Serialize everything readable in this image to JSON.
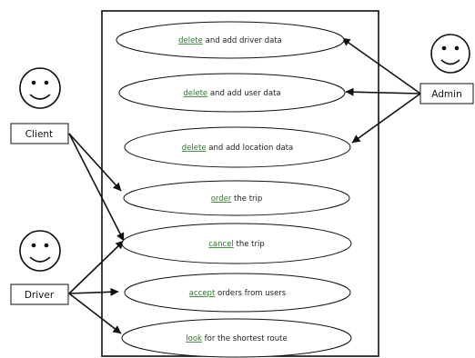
{
  "actors": [
    {
      "id": "client",
      "label": "Client",
      "icon": "smiley-face-icon"
    },
    {
      "id": "driver",
      "label": "Driver",
      "icon": "smiley-face-icon"
    },
    {
      "id": "admin",
      "label": "Admin",
      "icon": "smiley-face-icon"
    }
  ],
  "use_cases": [
    {
      "id": "uc1",
      "verb": "delete",
      "rest": " and add driver data"
    },
    {
      "id": "uc2",
      "verb": "delete",
      "rest": " and add user data"
    },
    {
      "id": "uc3",
      "verb": "delete",
      "rest": " and add location data"
    },
    {
      "id": "uc4",
      "verb": "order",
      "rest": " the trip"
    },
    {
      "id": "uc5",
      "verb": "cancel",
      "rest": " the trip"
    },
    {
      "id": "uc6",
      "verb": "accept",
      "rest": " orders from users"
    },
    {
      "id": "uc7",
      "verb": "look",
      "rest": " for the shortest route"
    }
  ],
  "associations": [
    {
      "from": "admin",
      "to": "uc1"
    },
    {
      "from": "admin",
      "to": "uc2"
    },
    {
      "from": "admin",
      "to": "uc3"
    },
    {
      "from": "client",
      "to": "uc4"
    },
    {
      "from": "client",
      "to": "uc5"
    },
    {
      "from": "driver",
      "to": "uc5"
    },
    {
      "from": "driver",
      "to": "uc6"
    },
    {
      "from": "driver",
      "to": "uc7"
    }
  ],
  "colors": {
    "line": "#111111",
    "verb": "#2a7a2a",
    "text": "#222222",
    "background": "#ffffff"
  }
}
